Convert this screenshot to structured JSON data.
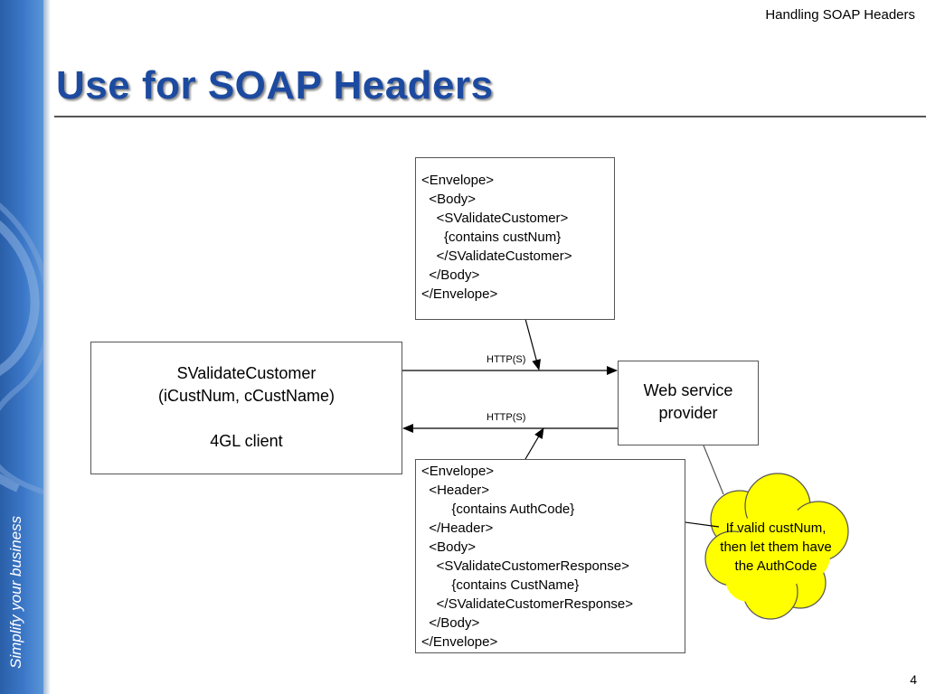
{
  "header": {
    "section": "Handling SOAP Headers"
  },
  "slide": {
    "title": "Use for SOAP Headers",
    "page_number": "4"
  },
  "sidebar": {
    "tagline": "Simplify your business"
  },
  "diagram": {
    "request_box": {
      "lines": [
        "<Envelope>",
        "  <Body>",
        "    <SValidateCustomer>",
        "      {contains custNum}",
        "    </SValidateCustomer>",
        "  </Body>",
        "</Envelope>"
      ]
    },
    "client_box": {
      "line1": "SValidateCustomer",
      "line2": "(iCustNum, cCustName)",
      "line3": "4GL client"
    },
    "provider_box": {
      "line1": "Web service",
      "line2": "provider"
    },
    "http_request_label": "HTTP(S)",
    "http_response_label": "HTTP(S)",
    "response_box": {
      "lines": [
        "<Envelope>",
        "  <Header>",
        "        {contains AuthCode}",
        "  </Header>",
        "  <Body>",
        "    <SValidateCustomerResponse>",
        "        {contains CustName}",
        "    </SValidateCustomerResponse>",
        "  </Body>",
        "</Envelope>"
      ]
    },
    "cloud_note": {
      "lines": [
        "If valid custNum,",
        "then let them have",
        "the AuthCode"
      ]
    }
  },
  "colors": {
    "title": "#1c4aa0",
    "sidebar": "#3c78c8",
    "cloud_fill": "#ffff00"
  }
}
